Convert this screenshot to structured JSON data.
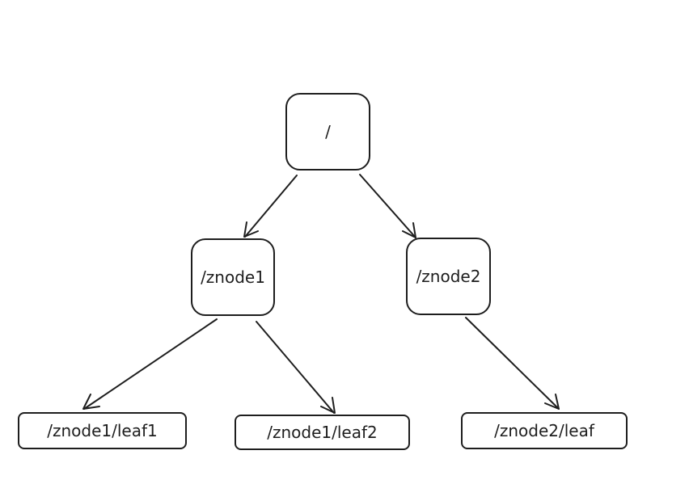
{
  "diagram": {
    "nodes": {
      "root": "/",
      "znode1": "/znode1",
      "znode2": "/znode2",
      "znode1_leaf1": "/znode1/leaf1",
      "znode1_leaf2": "/znode1/leaf2",
      "znode2_leaf": "/znode2/leaf"
    },
    "edges": [
      {
        "from": "/",
        "to": "/znode1"
      },
      {
        "from": "/",
        "to": "/znode2"
      },
      {
        "from": "/znode1",
        "to": "/znode1/leaf1"
      },
      {
        "from": "/znode1",
        "to": "/znode1/leaf2"
      },
      {
        "from": "/znode2",
        "to": "/znode2/leaf"
      }
    ],
    "colors": {
      "stroke": "#1e1e1e",
      "background": "#ffffff"
    }
  }
}
